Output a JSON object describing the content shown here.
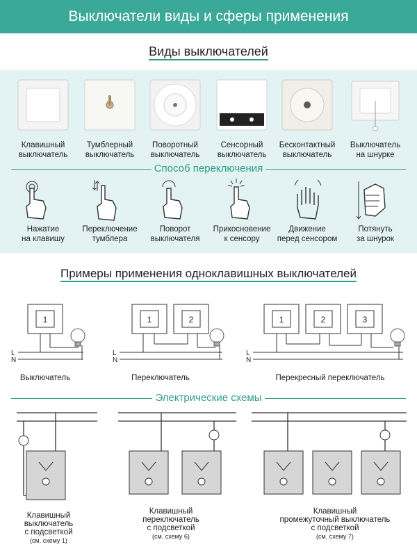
{
  "header": {
    "title": "Выключатели виды и сферы применения"
  },
  "types_section": {
    "title": "Виды выключателей"
  },
  "switch_types": [
    {
      "l1": "Клавишный",
      "l2": "выключатель"
    },
    {
      "l1": "Тумблерный",
      "l2": "выключатель"
    },
    {
      "l1": "Поворотный",
      "l2": "выключатель"
    },
    {
      "l1": "Сенсорный",
      "l2": "выключатель"
    },
    {
      "l1": "Бесконтактный",
      "l2": "выключатель"
    },
    {
      "l1": "Выключатель",
      "l2": "на шнурке"
    }
  ],
  "method_section": {
    "title": "Способ переключения"
  },
  "methods": [
    {
      "l1": "Нажатие",
      "l2": "на клавишу"
    },
    {
      "l1": "Переключение",
      "l2": "тумблера"
    },
    {
      "l1": "Поворот",
      "l2": "выключателя"
    },
    {
      "l1": "Прикосновение",
      "l2": "к сенсору"
    },
    {
      "l1": "Движение",
      "l2": "перед сенсором"
    },
    {
      "l1": "Потянуть",
      "l2": "за шнурок"
    }
  ],
  "examples_section": {
    "title": "Примеры применения одноклавишных выключателей"
  },
  "wiring": {
    "line_l": "L",
    "line_n": "N",
    "key1": "1",
    "key2": "2",
    "key3": "3",
    "caption_1": "Выключатель",
    "caption_2": "Переключатель",
    "caption_3": "Перекресный переключатель"
  },
  "schemes_section": {
    "title": "Электрические схемы"
  },
  "schemes": [
    {
      "l1": "Клавишный",
      "l2": "выключатель",
      "l3": "с подсветкой",
      "note": "(см. схему 1)"
    },
    {
      "l1": "Клавишный",
      "l2": "переключатель",
      "l3": "с подсветкой",
      "note": "(см. схему 6)"
    },
    {
      "l1": "Клавишный",
      "l2": "промежуточный выключатель",
      "l3": "с подсветкой",
      "note": "(см. схему 7)"
    }
  ]
}
